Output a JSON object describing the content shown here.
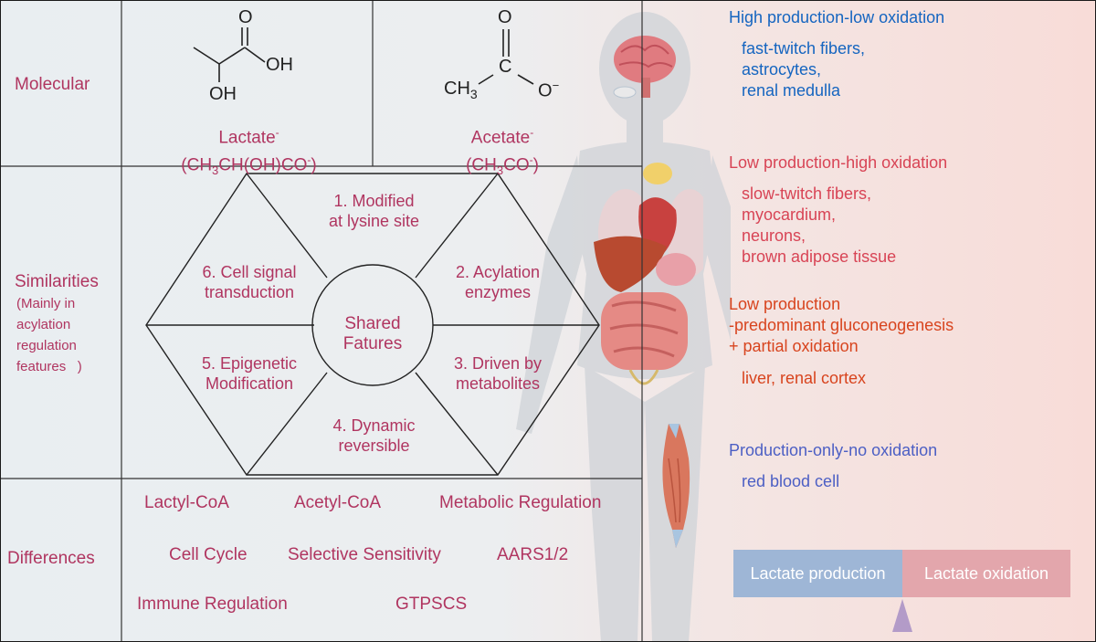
{
  "rows": {
    "molecular": "Molecular",
    "similarities": "Similarities",
    "similarities_note": [
      "(Mainly in",
      "acylation",
      "regulation",
      "features   )"
    ],
    "differences": "Differences"
  },
  "molecules": {
    "lactate": {
      "name": "Lactate",
      "name_charge": "-",
      "formula_parts": [
        "(CH",
        "3",
        "CH(OH)CO",
        "-",
        ")"
      ],
      "atoms": {
        "O": "O",
        "OH_right": "OH",
        "OH_bottom": "OH"
      }
    },
    "acetate": {
      "name": "Acetate",
      "name_charge": "-",
      "formula_parts": [
        "(CH",
        "3",
        "CO",
        "-",
        ")"
      ],
      "atoms": {
        "O_top": "O",
        "C": "C",
        "CH": "CH",
        "sub3": "3",
        "O_right": "O",
        "charge": "−"
      }
    }
  },
  "hexagon": {
    "center": [
      "Shared",
      "Fatures"
    ],
    "features": [
      [
        "1. Modified",
        "at lysine site"
      ],
      [
        "2. Acylation",
        "enzymes"
      ],
      [
        "3. Driven by",
        "metabolites"
      ],
      [
        "4. Dynamic",
        "reversible"
      ],
      [
        "5. Epigenetic",
        "Modification"
      ],
      [
        "6. Cell signal",
        "transduction"
      ]
    ]
  },
  "differences": [
    "Lactyl-CoA",
    "Acetyl-CoA",
    "Metabolic Regulation",
    "Cell Cycle",
    "Selective Sensitivity",
    "AARS1/2",
    "Immune Regulation",
    "GTPSCS"
  ],
  "tissues": [
    {
      "heading": [
        "High production-low oxidation"
      ],
      "items": [
        "fast-twitch fibers,",
        "astrocytes,",
        "renal medulla"
      ],
      "color": "#1565c0"
    },
    {
      "heading": [
        "Low production-high oxidation"
      ],
      "items": [
        "slow-twitch fibers,",
        "myocardium,",
        "neurons,",
        "brown adipose tissue"
      ],
      "color": "#d84455"
    },
    {
      "heading": [
        "Low production",
        "-predominant gluconeogenesis",
        "+ partial oxidation"
      ],
      "items": [
        "liver, renal cortex"
      ],
      "color": "#d8441e"
    },
    {
      "heading": [
        "Production-only-no oxidation"
      ],
      "items": [
        "red blood cell"
      ],
      "color": "#4c5fc4"
    }
  ],
  "legend": {
    "production": "Lactate production",
    "oxidation": "Lactate oxidation",
    "production_color": "#9eb6d6",
    "oxidation_color": "#e3a6ac",
    "marker_color": "#b39bc8"
  },
  "icons": {
    "body": "human-body-silhouette-icon",
    "brain": "brain-icon",
    "organs": "internal-organs-icon",
    "muscle": "muscle-icon"
  }
}
